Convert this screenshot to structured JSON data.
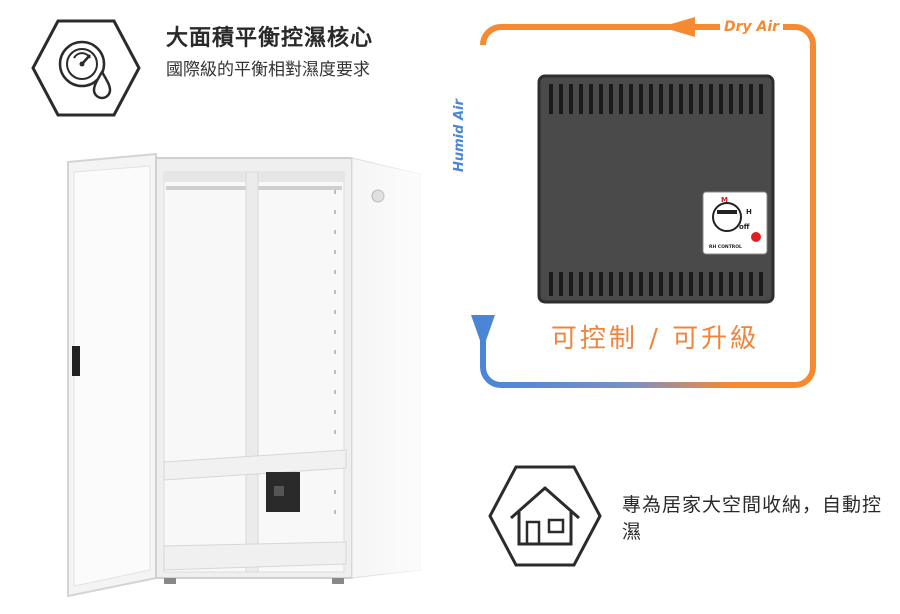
{
  "feature_top": {
    "title": "大面積平衡控濕核心",
    "description": "國際級的平衡相對濕度要求",
    "icon": "humidity-gauge-icon"
  },
  "airflow": {
    "dry_label": "Dry Air",
    "humid_label": "Humid Air",
    "colors": {
      "dry": "#f58a32",
      "humid": "#4b86d6"
    }
  },
  "device": {
    "caption": "可控制 / 可升級",
    "dial_top": "M",
    "dial_right": "H",
    "dial_off": "off",
    "dial_brand": "RH CONTROL"
  },
  "feature_bottom": {
    "text": "專為居家大空間收納，自動控濕",
    "icon": "house-icon"
  }
}
